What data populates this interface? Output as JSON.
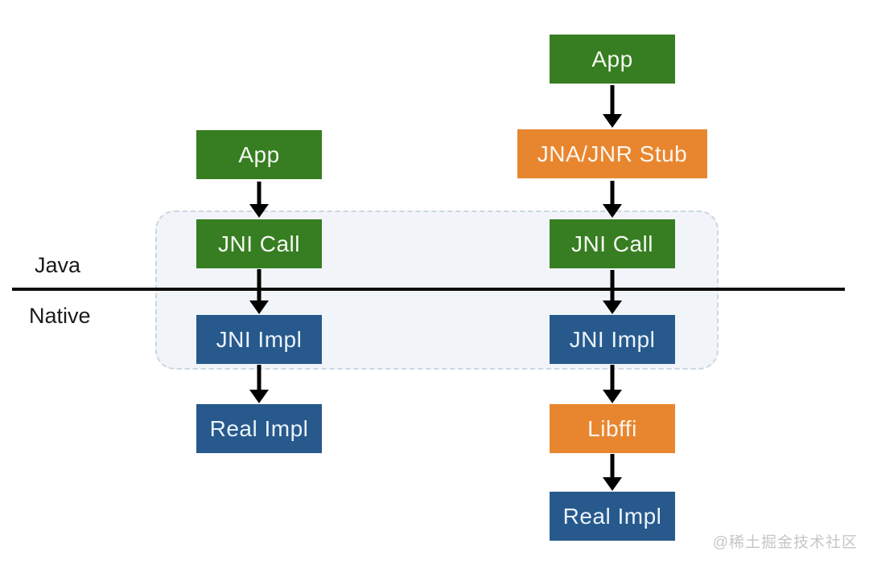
{
  "diagram": {
    "title_implicit": "JNI vs JNA/JNR call path",
    "layers": {
      "top_label": "Java",
      "bottom_label": "Native"
    },
    "left_flow": {
      "nodes": [
        {
          "label": "App",
          "color": "green"
        },
        {
          "label": "JNI Call",
          "color": "green"
        },
        {
          "label": "JNI Impl",
          "color": "blue"
        },
        {
          "label": "Real Impl",
          "color": "blue"
        }
      ]
    },
    "right_flow": {
      "nodes": [
        {
          "label": "App",
          "color": "green"
        },
        {
          "label": "JNA/JNR Stub",
          "color": "orange"
        },
        {
          "label": "JNI Call",
          "color": "green"
        },
        {
          "label": "JNI Impl",
          "color": "blue"
        },
        {
          "label": "Libffi",
          "color": "orange"
        },
        {
          "label": "Real Impl",
          "color": "blue"
        }
      ]
    },
    "colors": {
      "green": "#377d22",
      "blue": "#27598c",
      "orange": "#e8862f",
      "region_fill": "#f1f5f9",
      "region_border": "#ccd6de",
      "divider": "#0d0d0d",
      "arrow": "#000000",
      "watermark_text_color": "#c6c6c6"
    },
    "watermark": "@稀土掘金技术社区"
  }
}
